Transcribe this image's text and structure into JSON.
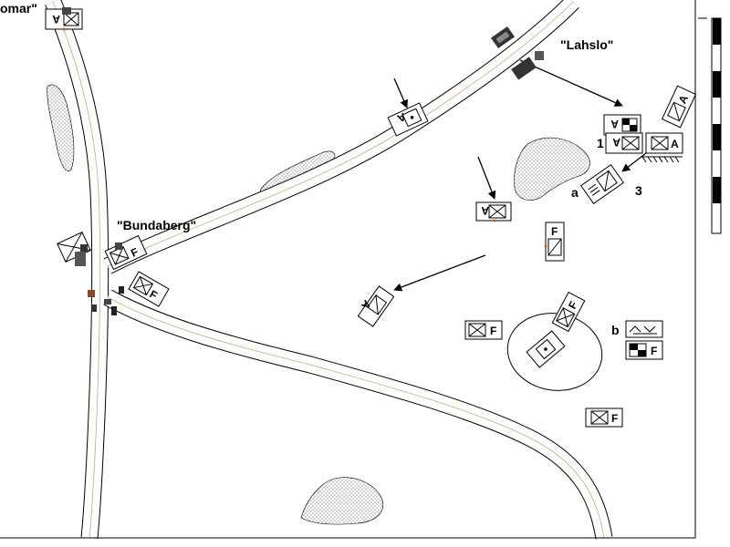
{
  "places": {
    "top_left": "omar\"",
    "bundaberg": "\"Bundaberg\"",
    "lahslo": "\"Lahslo\""
  },
  "unit_labels": {
    "one": "1",
    "three": "3",
    "a": "a",
    "b": "b"
  },
  "symbol_text": {
    "f": "F",
    "a": "A"
  },
  "colors": {
    "road_edge": "#000000",
    "road_center": "#c8a880",
    "orange_marker": "#d06010"
  }
}
